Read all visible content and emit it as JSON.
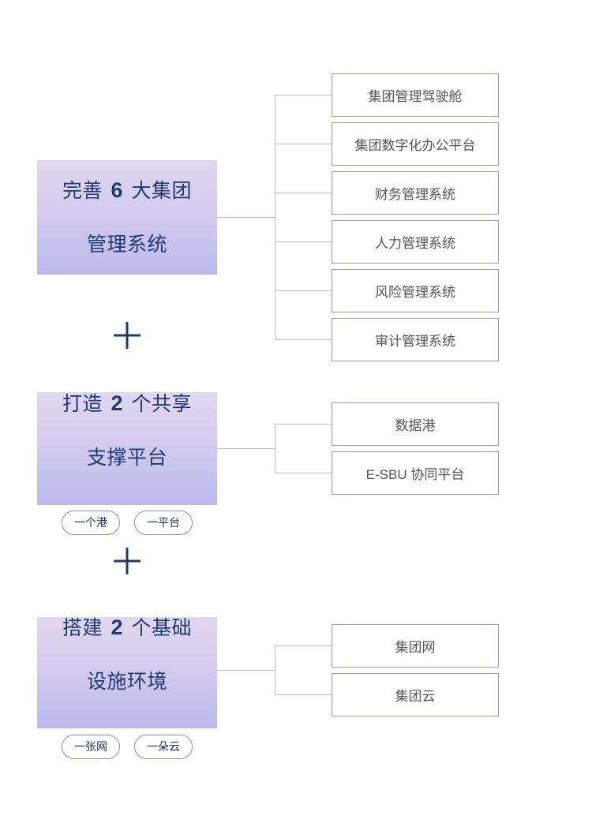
{
  "diagram": {
    "type": "hierarchy",
    "groups": [
      {
        "id": "group-management-systems",
        "title_line1": "完善 6 大集团",
        "title_line2": "管理系统",
        "count": "6",
        "tags": [],
        "items": [
          {
            "label": "集团管理驾驶舱"
          },
          {
            "label": "集团数字化办公平台"
          },
          {
            "label": "财务管理系统"
          },
          {
            "label": "人力管理系统"
          },
          {
            "label": "风险管理系统"
          },
          {
            "label": "审计管理系统"
          }
        ]
      },
      {
        "id": "group-shared-platforms",
        "title_line1": "打造 2 个共享",
        "title_line2": "支撑平台",
        "count": "2",
        "tags": [
          {
            "label": "一个港"
          },
          {
            "label": "一平台"
          }
        ],
        "items": [
          {
            "label": "数据港"
          },
          {
            "label": "E-SBU 协同平台"
          }
        ]
      },
      {
        "id": "group-infrastructure",
        "title_line1": "搭建 2 个基础",
        "title_line2": "设施环境",
        "count": "2",
        "tags": [
          {
            "label": "一张网"
          },
          {
            "label": "一朵云"
          }
        ],
        "items": [
          {
            "label": "集团网"
          },
          {
            "label": "集团云"
          }
        ]
      }
    ],
    "separators": [
      {
        "name": "plus-separator-1",
        "glyph": "+"
      },
      {
        "name": "plus-separator-2",
        "glyph": "+"
      }
    ],
    "colors": {
      "panel_gradient_start": "#e1d7f0",
      "panel_gradient_end": "#bdb8ea",
      "panel_title_text": "#1f3a72",
      "leaf_border": "#9a97c0",
      "leaf_text": "#555555",
      "connector_line": "#bdbdbd",
      "plus_sign": "#1f3a72",
      "tag_border": "#8f8cc4",
      "tag_text": "#23325e",
      "background": "#ffffff"
    }
  }
}
